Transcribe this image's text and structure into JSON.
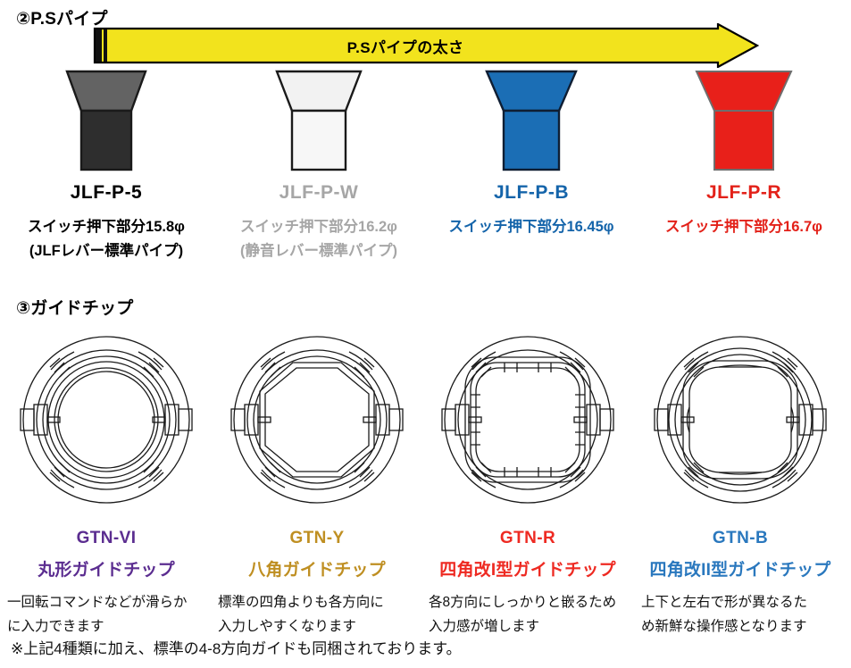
{
  "sections": {
    "pipe_heading": "②P.Sパイプ",
    "tip_heading": "③ガイドチップ"
  },
  "arrow": {
    "label": "P.Sパイプの太さ",
    "fill": "#F2E31D",
    "stroke": "#000000",
    "cap_color": "#111111"
  },
  "pipes": [
    {
      "name": "JLF-P-5",
      "spec": "スイッチ押下部分15.8φ",
      "note": "(JLFレバー標準パイプ)",
      "text_color": "#000000",
      "body_color": "#2E2E2E",
      "top_color": "#636363",
      "outline": "#1A1A1A",
      "body_w": 56,
      "top_w": 88
    },
    {
      "name": "JLF-P-W",
      "spec": "スイッチ押下部分16.2φ",
      "note": "(静音レバー標準パイプ)",
      "text_color": "#A6A6A6",
      "body_color": "#F2F2F2",
      "top_color": "#F2F2F2",
      "outline": "#1A1A1A",
      "body_w": 60,
      "top_w": 94
    },
    {
      "name": "JLF-P-B",
      "spec": "スイッチ押下部分16.45φ",
      "note": "",
      "text_color": "#1464AA",
      "body_color": "#1B6EB5",
      "top_color": "#1B6EB5",
      "outline": "#0F1E33",
      "body_w": 62,
      "top_w": 100
    },
    {
      "name": "JLF-P-R",
      "spec": "スイッチ押下部分16.7φ",
      "note": "",
      "text_color": "#E32119",
      "body_color": "#E8201A",
      "top_color": "#E8201A",
      "outline": "#6E6E6E",
      "body_w": 66,
      "top_w": 106
    }
  ],
  "guide_tips": [
    {
      "name": "GTN-VI",
      "kind": "丸形ガイドチップ",
      "desc_line1": "一回転コマンドなどが滑らか",
      "desc_line2": "に入力できます",
      "text_color": "#5B2D90",
      "shape": "round"
    },
    {
      "name": "GTN-Y",
      "kind": "八角ガイドチップ",
      "desc_line1": "標準の四角よりも各方向に",
      "desc_line2": "入力しやすくなります",
      "text_color": "#BF8F22",
      "shape": "octagon"
    },
    {
      "name": "GTN-R",
      "kind": "四角改I型ガイドチップ",
      "desc_line1": "各8方向にしっかりと嵌るため",
      "desc_line2": "入力感が増します",
      "text_color": "#EE2A22",
      "shape": "square-1"
    },
    {
      "name": "GTN-B",
      "kind": "四角改II型ガイドチップ",
      "desc_line1": "上下と左右で形が異なるた",
      "desc_line2": "め新鮮な操作感となります",
      "text_color": "#2A78BE",
      "shape": "square-2"
    }
  ],
  "footnote": "※上記4種類に加え、標準の4-8方向ガイドも同梱されております。"
}
